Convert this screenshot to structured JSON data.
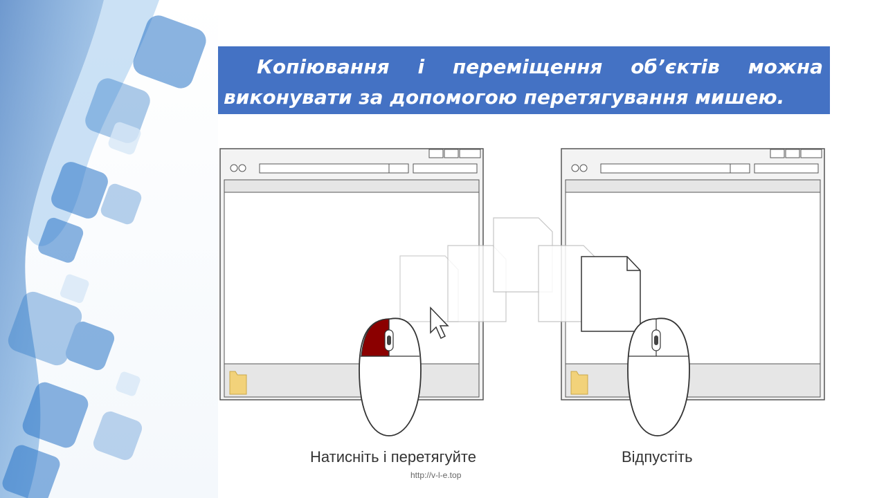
{
  "slide": {
    "title": "Копіювання і переміщення об’єктів можна виконувати за допомогою перетягування мишею."
  },
  "illustration": {
    "left_caption": "Натисніть і перетягуйте",
    "right_caption": "Відпустіть"
  },
  "footer": {
    "source_url": "http://v-l-e.top"
  },
  "colors": {
    "banner": "#4472c4",
    "pressed_button": "#8b0000",
    "folder": "#f2d27a"
  },
  "icons": [
    "window-frame",
    "document-icon",
    "mouse-icon",
    "cursor-arrow-icon",
    "folder-icon"
  ]
}
